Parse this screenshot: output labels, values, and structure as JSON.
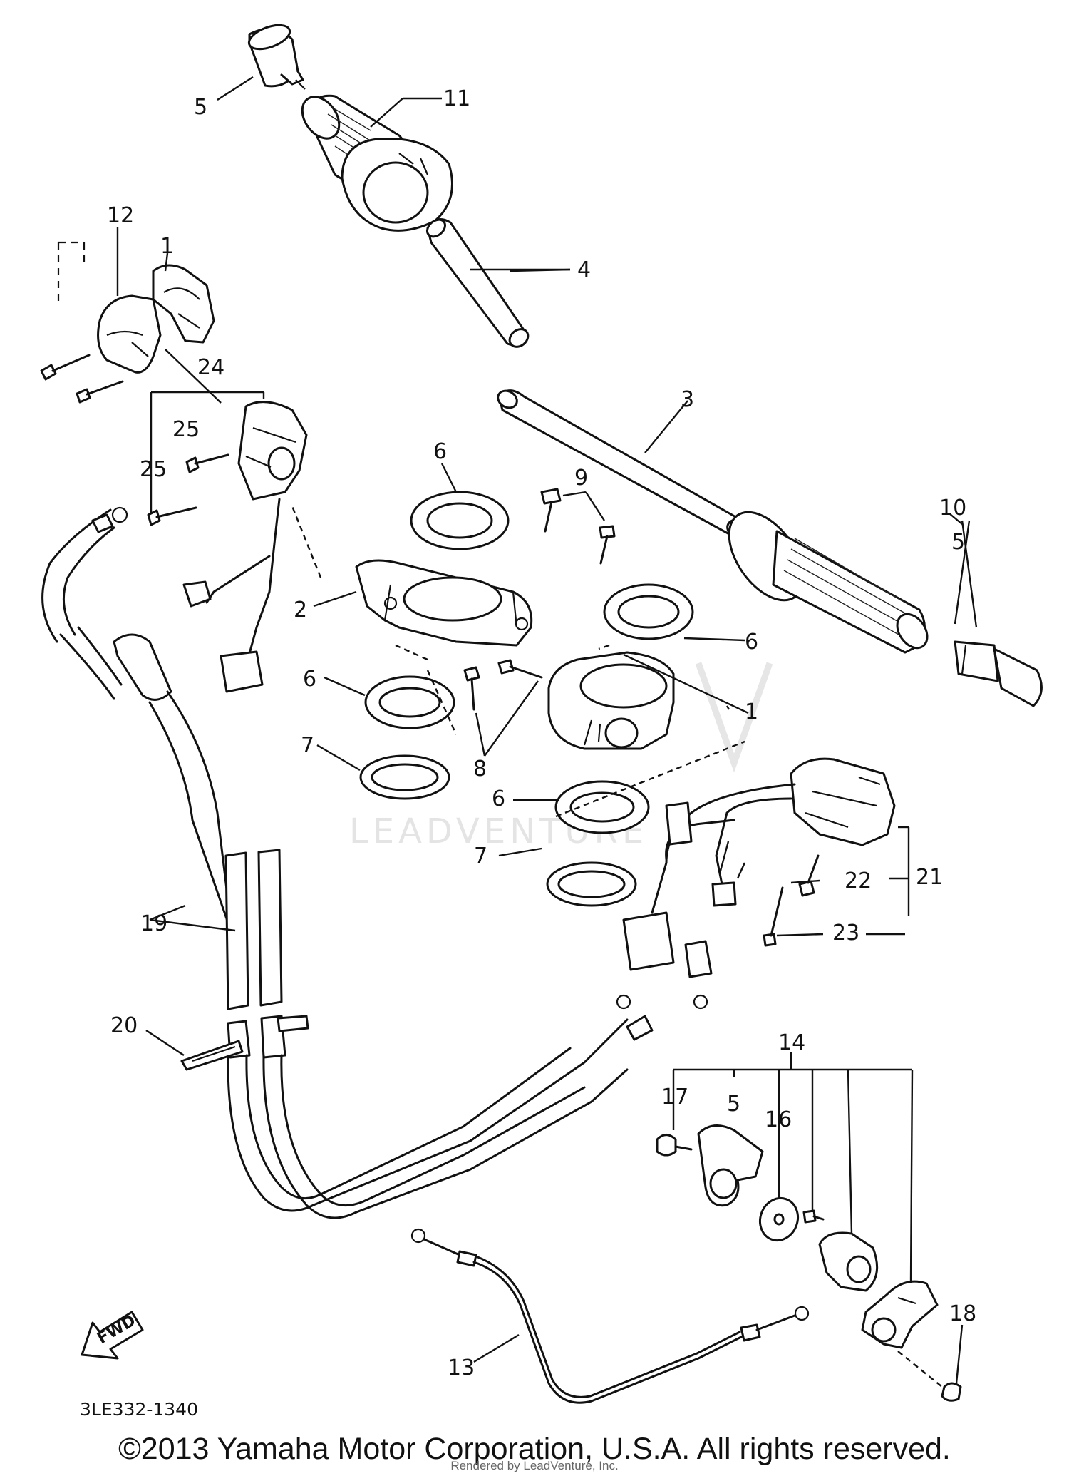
{
  "watermark": "LEADVENTURE",
  "callouts": {
    "c1a": "1",
    "c1b": "1",
    "c2": "2",
    "c3": "3",
    "c4": "4",
    "c5a": "5",
    "c5b": "5",
    "c5c": "5",
    "c6a": "6",
    "c6b": "6",
    "c6c": "6",
    "c6d": "6",
    "c7a": "7",
    "c7b": "7",
    "c8": "8",
    "c9": "9",
    "c10": "10",
    "c11": "11",
    "c12": "12",
    "c13": "13",
    "c14": "14",
    "c16": "16",
    "c17": "17",
    "c18": "18",
    "c19": "19",
    "c20": "20",
    "c21": "21",
    "c22": "22",
    "c23": "23",
    "c24": "24",
    "c25a": "25",
    "c25b": "25"
  },
  "fwd_label": "FWD",
  "diagram_code": "3LE332-1340",
  "copyright": "©2013 Yamaha Motor Corporation, U.S.A. All rights reserved.",
  "rendered_by": "Rendered by LeadVenture, Inc."
}
